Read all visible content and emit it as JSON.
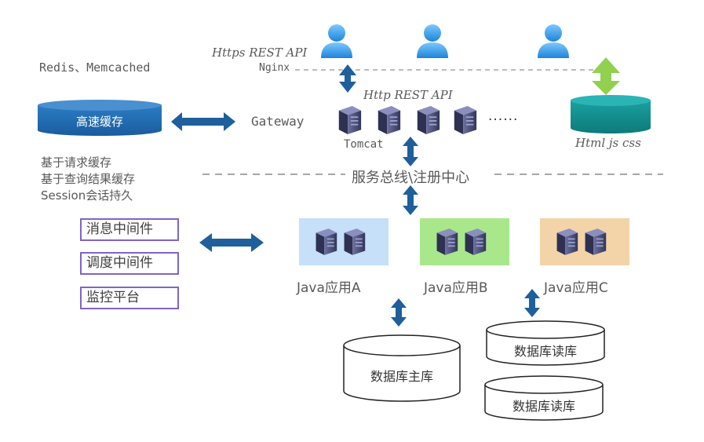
{
  "cache": {
    "products": "Redis、Memcached",
    "title": "高速缓存",
    "notes": [
      "基于请求缓存",
      "基于查询结果缓存",
      "Session会话持久"
    ]
  },
  "gateway": {
    "label": "Gateway",
    "https_api": "Https REST API",
    "nginx": "Nginx",
    "http_api": "Http REST API",
    "tomcat": "Tomcat",
    "more": "......"
  },
  "static": {
    "label": "Html js css"
  },
  "bus": {
    "label": "服务总线\\注册中心"
  },
  "middleware": [
    "消息中间件",
    "调度中间件",
    "监控平台"
  ],
  "apps": [
    {
      "label": "Java应用A",
      "color": "#c5e0f8"
    },
    {
      "label": "Java应用B",
      "color": "#a8e88a"
    },
    {
      "label": "Java应用C",
      "color": "#f2d4a8"
    }
  ],
  "databases": {
    "master": "数据库主库",
    "replicas": [
      "数据库读库",
      "数据库读库"
    ]
  },
  "colors": {
    "arrow": "#1f5f9c",
    "cache_fill": "#1f6ab0",
    "static_fill": "#138a8a",
    "static_arrow": "#92d050",
    "user": "#3aa3f0",
    "server": "#4a4e78"
  }
}
